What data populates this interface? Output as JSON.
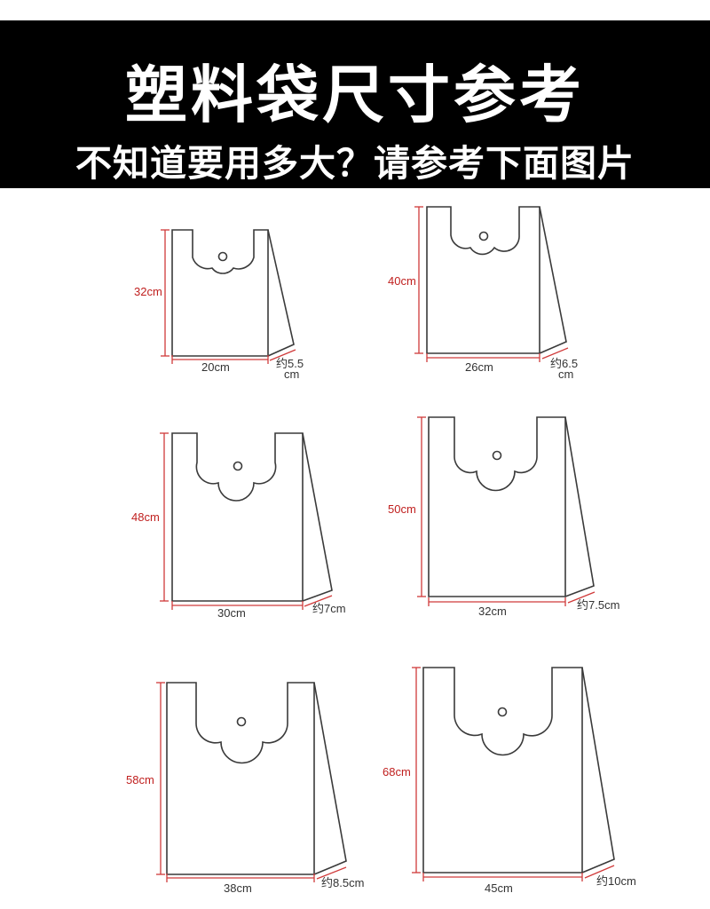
{
  "header": {
    "title": "塑料袋尺寸参考",
    "subtitle": "不知道要用多大？请参考下面图片"
  },
  "bags": [
    {
      "height": "32cm",
      "width": "20cm",
      "side": "约5.5",
      "side2": "cm"
    },
    {
      "height": "40cm",
      "width": "26cm",
      "side": "约6.5",
      "side2": "cm"
    },
    {
      "height": "48cm",
      "width": "30cm",
      "side": "约7cm",
      "side2": ""
    },
    {
      "height": "50cm",
      "width": "32cm",
      "side": "约7.5cm",
      "side2": ""
    },
    {
      "height": "58cm",
      "width": "38cm",
      "side": "约8.5cm",
      "side2": ""
    },
    {
      "height": "68cm",
      "width": "45cm",
      "side": "约10cm",
      "side2": ""
    }
  ],
  "colors": {
    "dimension": "#d03a3a",
    "outline": "#3a3a3a",
    "banner": "#000000"
  }
}
